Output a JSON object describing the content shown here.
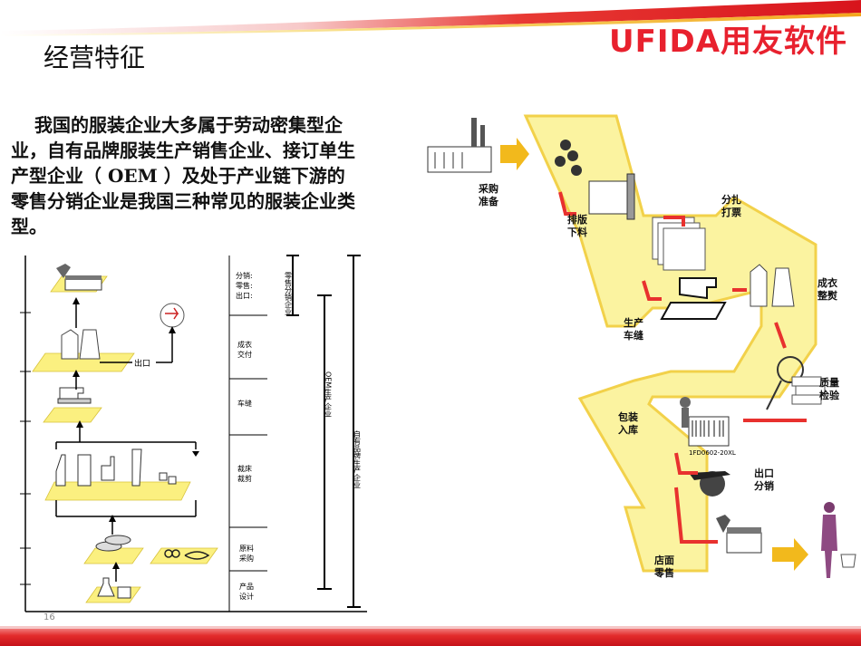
{
  "slide": {
    "title": "经营特征",
    "logo_text": "UFIDA用友软件",
    "paragraph": "我国的服装企业大多属于劳动密集型企业，自有品牌服装生产销售企业、接订单生产型企业（ OEM ）及处于产业链下游的零售分销企业是我国三种常见的服装企业类型。",
    "page_number": "16"
  },
  "left_diagram": {
    "export_label": "出口",
    "stages": [
      {
        "label": "分销:\n零售:\n出口:"
      },
      {
        "label": "成衣\n交付"
      },
      {
        "label": "车缝"
      },
      {
        "label": "裁床\n裁剪"
      },
      {
        "label": "原料\n采购"
      },
      {
        "label": "产品\n设计"
      }
    ],
    "bracket_retail": "零售分销企业",
    "bracket_oem": "OEM生产企业",
    "bracket_brand": "自有品牌生产企业"
  },
  "right_diagram": {
    "labels": {
      "purchase": "采购\n准备",
      "layout": "排版\n下料",
      "ticket": "分扎\n打票",
      "sewing": "生产\n车缝",
      "finishing": "成衣\n整熨",
      "quality": "质量\n检验",
      "packing": "包装\n入库",
      "export": "出口\n分销",
      "retail": "店面\n零售"
    },
    "barcode_text": "1FD0602-20XL"
  },
  "colors": {
    "accent_red": "#e8212e",
    "path_yellow": "#fbf3a0",
    "path_border": "#f2d14a",
    "arrow_red": "#e8312e",
    "arrow_yellow": "#f2b91c"
  }
}
